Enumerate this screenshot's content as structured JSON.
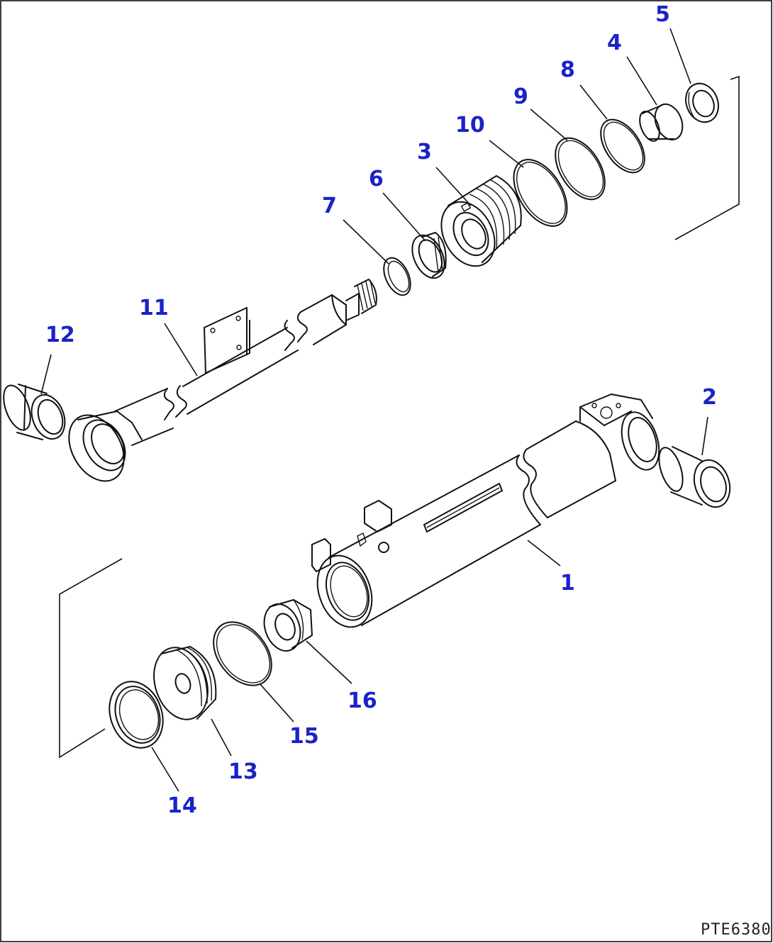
{
  "diagram": {
    "drawing_code": "PTE6380",
    "callouts": [
      {
        "id": "c1",
        "label": "1"
      },
      {
        "id": "c2",
        "label": "2"
      },
      {
        "id": "c3",
        "label": "3"
      },
      {
        "id": "c4",
        "label": "4"
      },
      {
        "id": "c5",
        "label": "5"
      },
      {
        "id": "c6",
        "label": "6"
      },
      {
        "id": "c7",
        "label": "7"
      },
      {
        "id": "c8",
        "label": "8"
      },
      {
        "id": "c9",
        "label": "9"
      },
      {
        "id": "c10",
        "label": "10"
      },
      {
        "id": "c11",
        "label": "11"
      },
      {
        "id": "c12",
        "label": "12"
      },
      {
        "id": "c13",
        "label": "13"
      },
      {
        "id": "c14",
        "label": "14"
      },
      {
        "id": "c15",
        "label": "15"
      },
      {
        "id": "c16",
        "label": "16"
      }
    ]
  }
}
